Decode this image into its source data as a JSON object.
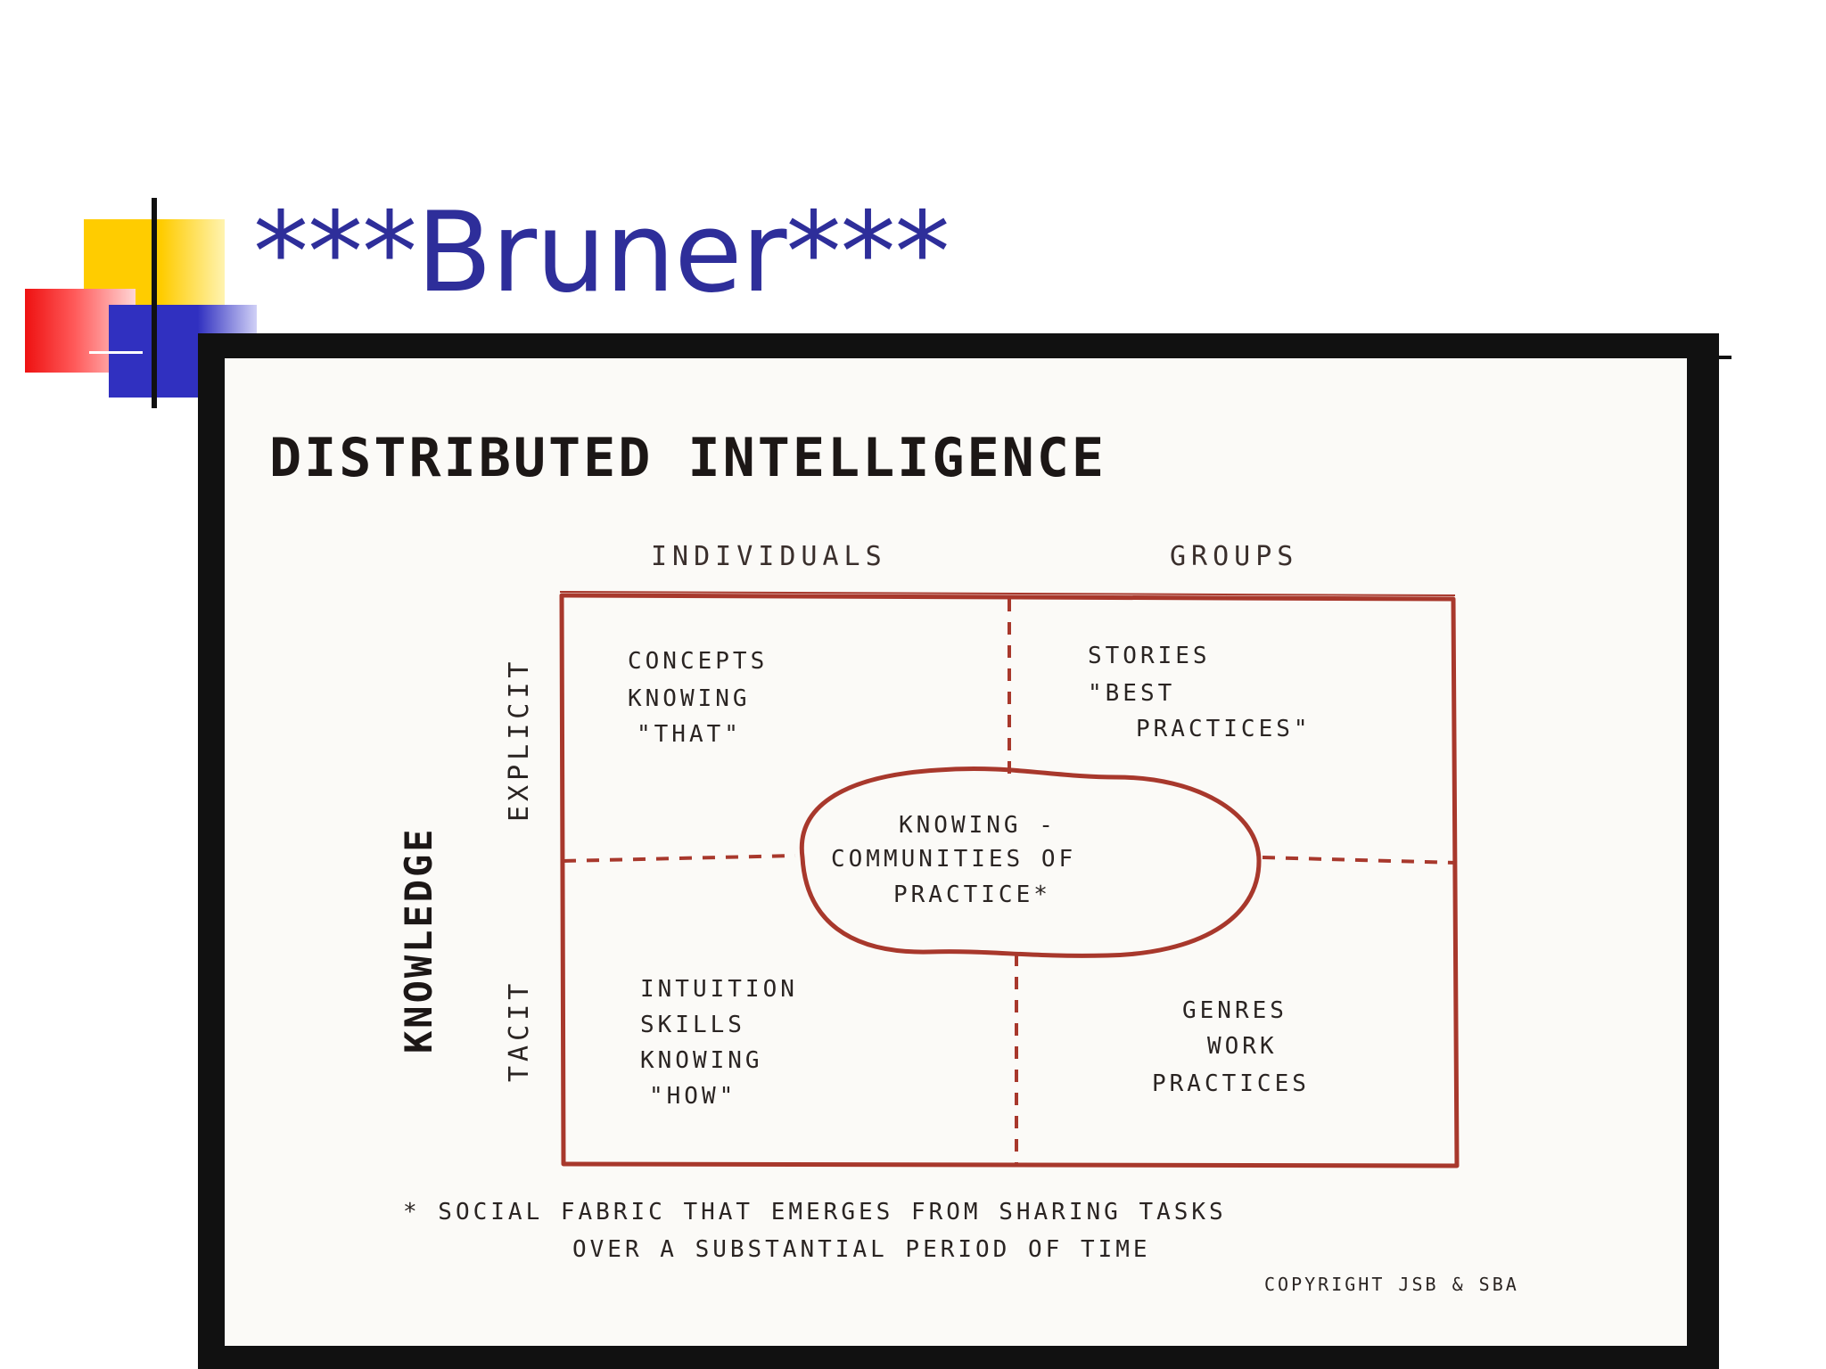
{
  "slide": {
    "title": "***Bruner***"
  },
  "diagram": {
    "heading": "DISTRIBUTED INTELLIGENCE",
    "columns": [
      "INDIVIDUALS",
      "GROUPS"
    ],
    "axis_label": "KNOWLEDGE",
    "rows": [
      "EXPLICIT",
      "TACIT"
    ],
    "cells": {
      "explicit_individuals": [
        "CONCEPTS",
        "KNOWING",
        "\"THAT\""
      ],
      "explicit_groups": [
        "STORIES",
        "\"BEST",
        "PRACTICES\""
      ],
      "tacit_individuals": [
        "INTUITION",
        "SKILLS",
        "KNOWING",
        "\"HOW\""
      ],
      "tacit_groups": [
        "GENRES",
        "WORK",
        "PRACTICES"
      ]
    },
    "center": [
      "KNOWING -",
      "COMMUNITIES OF",
      "PRACTICE*"
    ],
    "footnote": [
      "* SOCIAL FABRIC THAT EMERGES FROM SHARING TASKS",
      "OVER A SUBSTANTIAL PERIOD OF TIME"
    ],
    "copyright": "COPYRIGHT JSB & SBA"
  },
  "colors": {
    "title": "#2e2e9a",
    "grid_lines": "#a8382c",
    "frame": "#111111"
  }
}
